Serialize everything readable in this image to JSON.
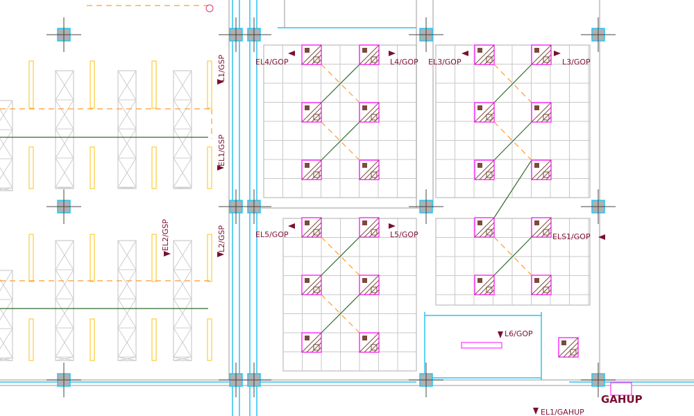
{
  "drawing": {
    "colors": {
      "wall": "#29c4f0",
      "grid": "#c8c8c8",
      "fixture": "#ff33ff",
      "fixture_fill": "#7a4a3a",
      "circuit_normal": "#2e6b2e",
      "circuit_emergency": "#ff9a2e",
      "strip": "#ffcc33",
      "label": "#7a1030"
    },
    "labels": {
      "l1_gsp": "L1/GSP",
      "el1_gsp": "EL1/GSP",
      "el2_gsp": "EL2/GSP",
      "l2_gsp": "L2/GSP",
      "el4_gop": "EL4/GOP",
      "l4_gop": "L4/GOP",
      "el3_gop": "EL3/GOP",
      "l3_gop": "L3/GOP",
      "el5_gop": "EL5/GOP",
      "l5_gop": "L5/GOP",
      "els1_gop": "ELS1/GOP",
      "l6_gop": "L6/GOP",
      "el1_gahup": "EL1/GAHUP",
      "gahup": "GAHUP"
    }
  }
}
